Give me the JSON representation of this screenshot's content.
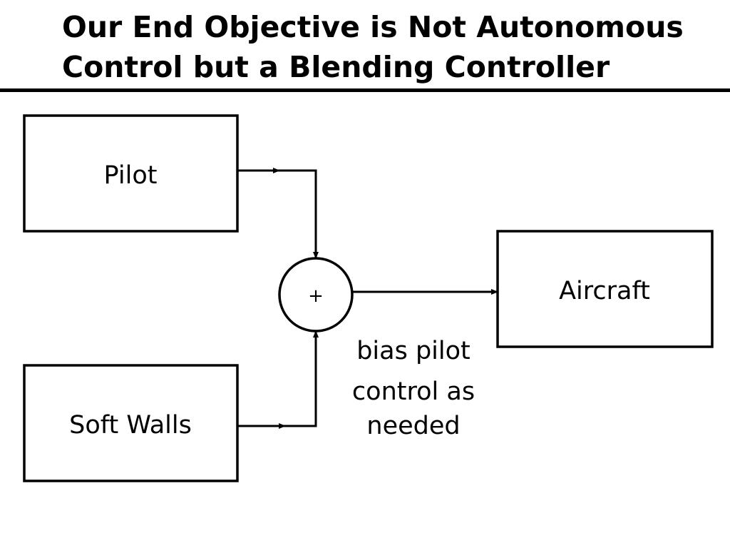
{
  "title": {
    "line1": "Our End Objective is Not Autonomous",
    "line2": "Control but a Blending Controller"
  },
  "diagram": {
    "blocks": {
      "pilot": "Pilot",
      "soft_walls": "Soft Walls",
      "aircraft": "Aircraft"
    },
    "summing_junction": "+",
    "annotation": {
      "line1": "bias pilot",
      "line2": "control as",
      "line3": "needed"
    }
  }
}
